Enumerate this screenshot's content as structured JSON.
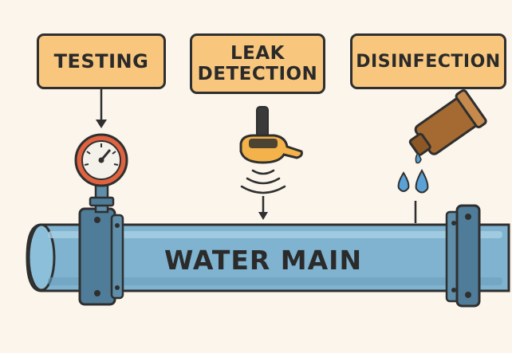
{
  "labels": {
    "testing": "TESTING",
    "leak_detection_line1": "LEAK",
    "leak_detection_line2": "DETECTION",
    "disinfection": "DISINFECTION"
  },
  "pipe_label": "WATER MAIN",
  "colors": {
    "background": "#fbf5ec",
    "label_fill": "#f8c77d",
    "outline": "#2f2f2f",
    "pipe": "#7fb3cf",
    "flange": "#4f7c98",
    "gauge_ring": "#e0633f",
    "detector": "#f3b24a",
    "pitcher": "#a46a32",
    "water_drop": "#5aa2d6"
  },
  "icons": [
    "pressure-gauge-icon",
    "leak-detector-icon",
    "sound-wave-icon",
    "pouring-pitcher-icon",
    "water-drop-icon"
  ]
}
